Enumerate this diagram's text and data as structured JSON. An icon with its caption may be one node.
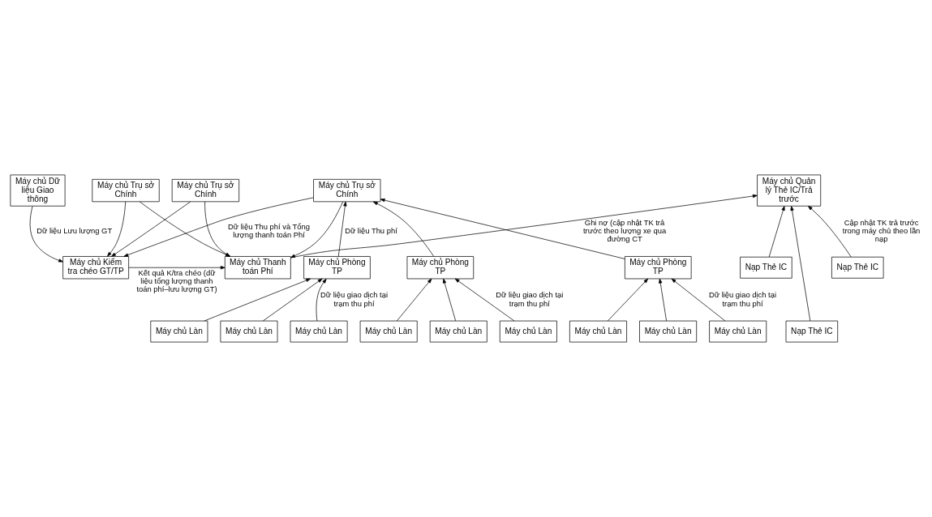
{
  "diagram": {
    "nodes": [
      {
        "text": [
          "Máy chủ Kiểm tra chéo GT/TP"
        ]
      },
      {
        "text": [
          "Máy chủ Thanh toán Phí"
        ]
      },
      {
        "text": [
          "Máy chủ Dữ liệu Giao thông"
        ]
      },
      {
        "text": [
          "Máy chủ Trụ sở Chính"
        ]
      },
      {
        "text": [
          "Máy chủ Trụ sở Chính"
        ]
      },
      {
        "text": [
          "Máy chủ Trụ sở Chính"
        ]
      },
      {
        "text": [
          "Máy chủ Quản lý Thẻ IC/Trả trước"
        ]
      },
      {
        "text": [
          "Máy chủ Phòng TP"
        ]
      },
      {
        "text": [
          "Máy chủ Phòng TP"
        ]
      },
      {
        "text": [
          "Máy chủ Phòng TP"
        ]
      },
      {
        "text": [
          "Nạp Thẻ IC"
        ]
      },
      {
        "text": [
          "Nạp Thẻ IC"
        ]
      },
      {
        "text": [
          "Nạp Thẻ IC"
        ]
      },
      {
        "text": [
          "Máy chủ Làn"
        ]
      },
      {
        "text": [
          "Máy chủ Làn"
        ]
      },
      {
        "text": [
          "Máy chủ Làn"
        ]
      },
      {
        "text": [
          "Máy chủ Làn"
        ]
      },
      {
        "text": [
          "Máy chủ Làn"
        ]
      },
      {
        "text": [
          "Máy chủ Làn"
        ]
      },
      {
        "text": [
          "Máy chủ Làn"
        ]
      },
      {
        "text": [
          "Máy chủ Làn"
        ]
      },
      {
        "text": [
          "Máy chủ Làn"
        ]
      }
    ],
    "edges": [
      {
        "from": 0,
        "to": 1,
        "arrow": "to",
        "label": "Kết quả K/tra chéo (dữ liệu tổng lượng thanh toán phí–lưu lượng GT)"
      },
      {
        "from": 3,
        "to": 0,
        "arrow": "to",
        "label": "Dữ liệu Thu phí và Tổng lượng thanh toán Phí"
      },
      {
        "from": 3,
        "to": 1,
        "arrow": "to"
      },
      {
        "from": 4,
        "to": 0,
        "arrow": "to"
      },
      {
        "from": 4,
        "to": 1,
        "arrow": "to"
      },
      {
        "from": 5,
        "to": 0,
        "arrow": "to"
      },
      {
        "from": 5,
        "to": 1,
        "arrow": "to"
      },
      {
        "from": 2,
        "to": 0,
        "arrow": "to",
        "label": "Dữ liệu Lưu lượng GT"
      },
      {
        "from": 1,
        "to": 6,
        "arrow": "to",
        "label": "Ghi nợ (cập nhật TK trả trước theo lượng xe qua đường CT"
      },
      {
        "from": 7,
        "to": 3,
        "arrow": "to",
        "label": "Dữ liệu Thu phí"
      },
      {
        "from": 8,
        "to": 3,
        "arrow": "to"
      },
      {
        "from": 9,
        "to": 3,
        "arrow": "to"
      },
      {
        "from": 10,
        "to": 6,
        "arrow": "to",
        "label": "Cập nhật TK trả trước trong máy chủ theo lần nạp"
      },
      {
        "from": 11,
        "to": 6,
        "arrow": "to"
      },
      {
        "from": 12,
        "to": 6,
        "arrow": "to"
      },
      {
        "from": 13,
        "to": 7,
        "arrow": "to",
        "label": "Dữ liệu giao dịch tại trạm thu phí"
      },
      {
        "from": 14,
        "to": 7,
        "arrow": "to"
      },
      {
        "from": 15,
        "to": 7,
        "arrow": "to"
      },
      {
        "from": 16,
        "to": 8,
        "arrow": "to",
        "label": "Dữ liệu giao dịch tại trạm thu phí"
      },
      {
        "from": 17,
        "to": 8,
        "arrow": "to"
      },
      {
        "from": 18,
        "to": 8,
        "arrow": "to"
      },
      {
        "from": 19,
        "to": 9,
        "arrow": "to",
        "label": "Dữ liệu giao dịch tại trạm thu phí"
      },
      {
        "from": 20,
        "to": 9,
        "arrow": "to"
      },
      {
        "from": 21,
        "to": 9,
        "arrow": "to"
      }
    ]
  }
}
